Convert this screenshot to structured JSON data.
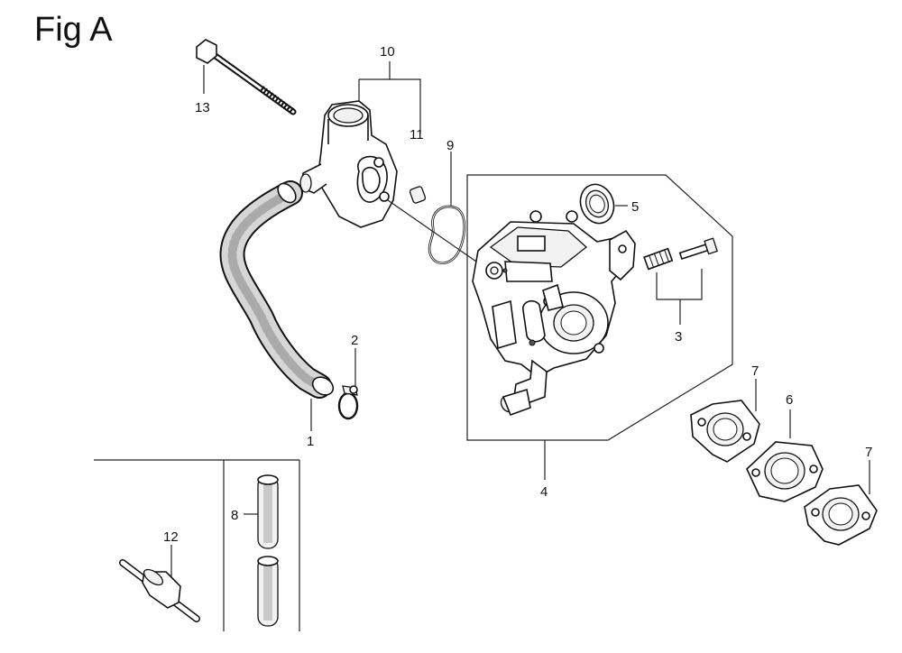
{
  "figure": {
    "title": "Fig A"
  },
  "callouts": [
    {
      "id": "13",
      "label": "13"
    },
    {
      "id": "10",
      "label": "10"
    },
    {
      "id": "11",
      "label": "11"
    },
    {
      "id": "9",
      "label": "9"
    },
    {
      "id": "5",
      "label": "5"
    },
    {
      "id": "3",
      "label": "3"
    },
    {
      "id": "2",
      "label": "2"
    },
    {
      "id": "1",
      "label": "1"
    },
    {
      "id": "4",
      "label": "4"
    },
    {
      "id": "7a",
      "label": "7"
    },
    {
      "id": "6",
      "label": "6"
    },
    {
      "id": "7b",
      "label": "7"
    },
    {
      "id": "12",
      "label": "12"
    },
    {
      "id": "8",
      "label": "8"
    }
  ]
}
